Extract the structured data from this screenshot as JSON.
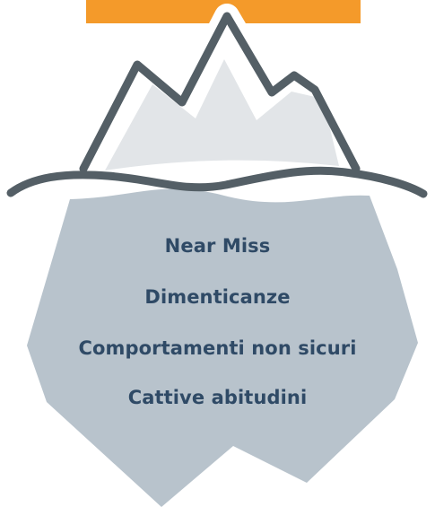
{
  "colors": {
    "orange_bar": "#f49a2a",
    "outline": "#545f66",
    "snow_tip": "#e2e5e8",
    "underwater": "#b8c3cc",
    "label_text": "#2f4a66"
  },
  "iceberg": {
    "labels": [
      "Near Miss",
      "Dimenticanze",
      "Comportamenti non sicuri",
      "Cattive abitudini"
    ]
  }
}
